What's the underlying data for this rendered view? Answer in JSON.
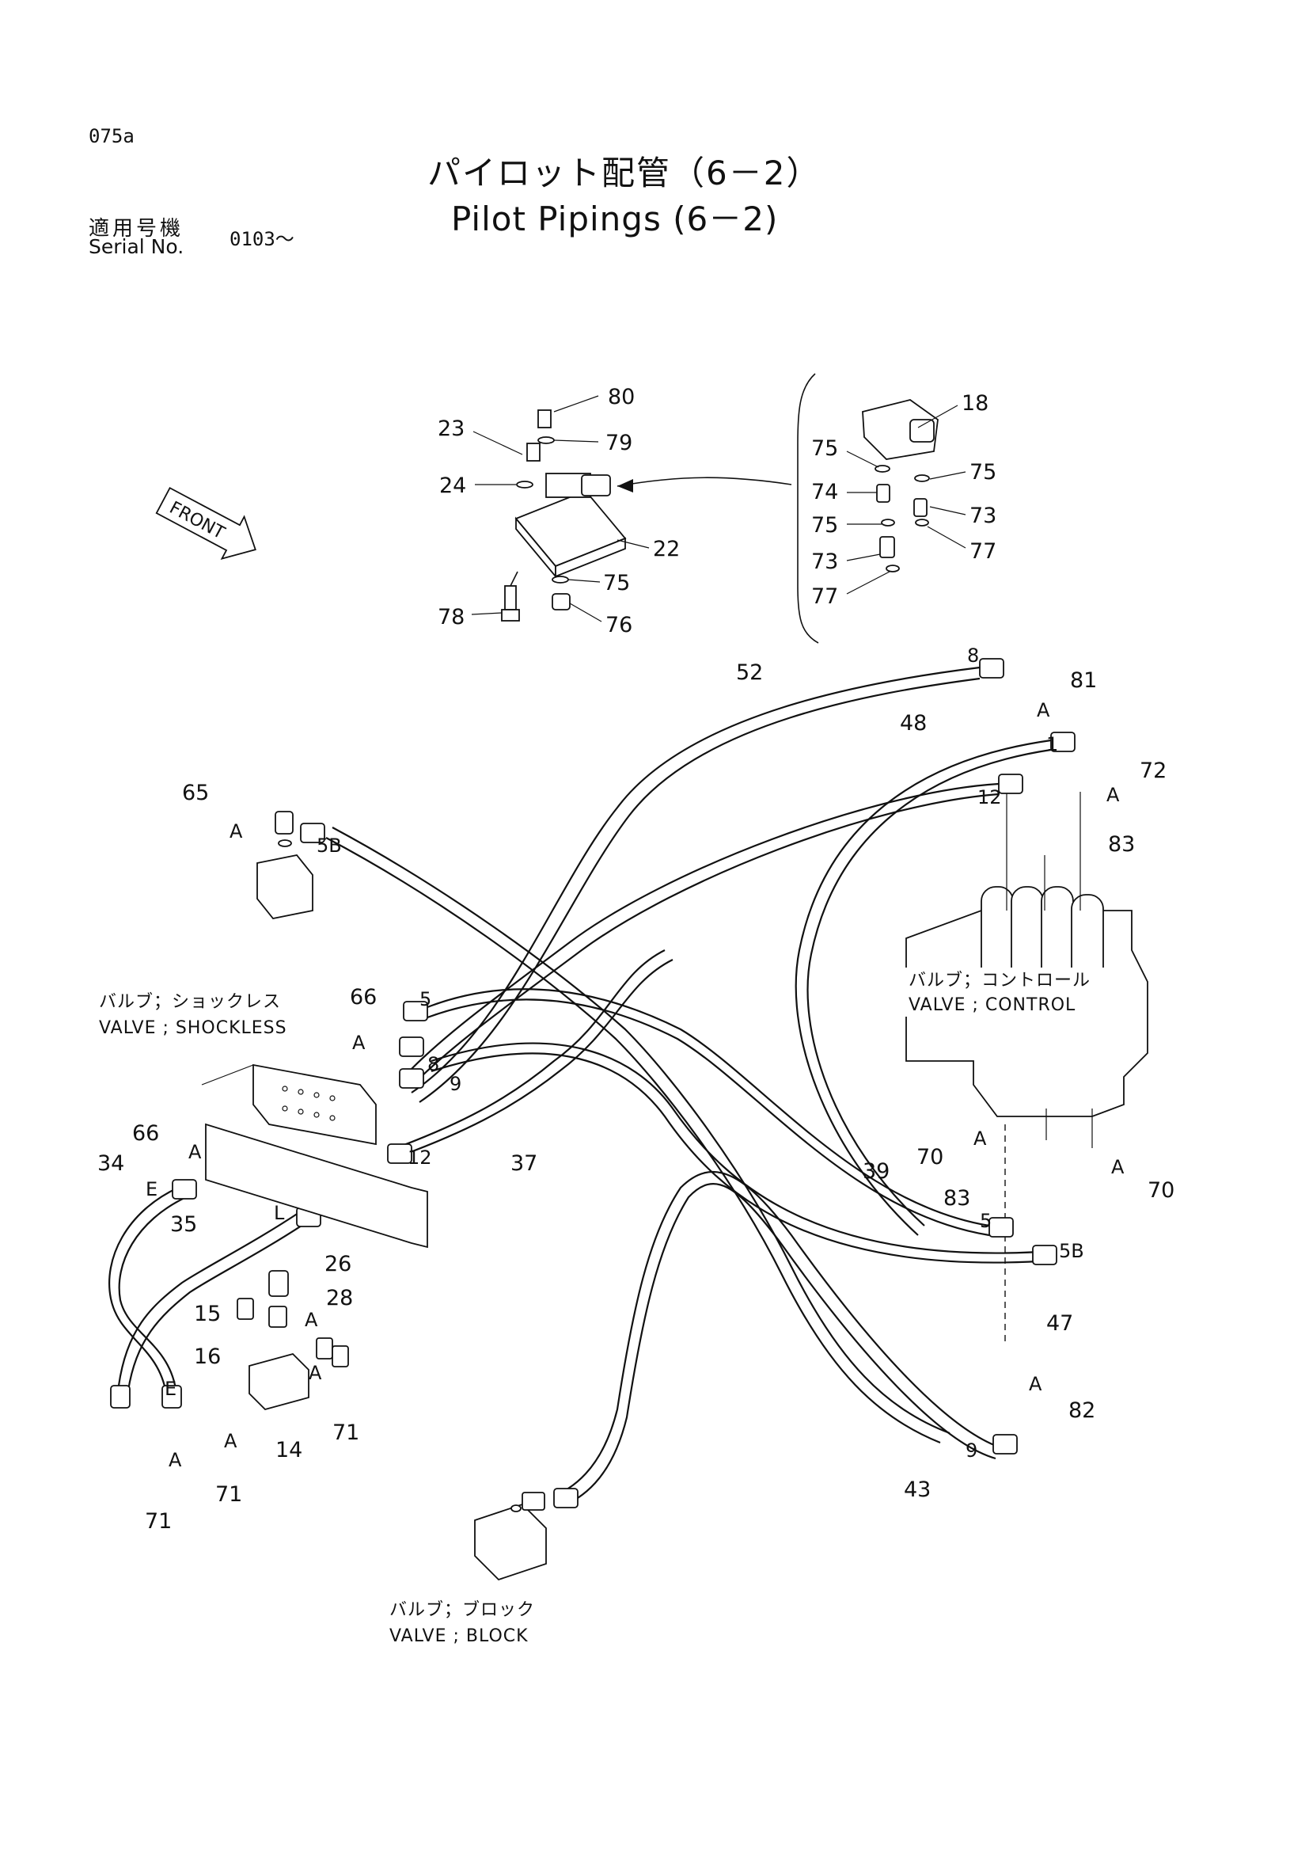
{
  "header": {
    "page_id": "075a",
    "title_jp": "パイロット配管（6－2）",
    "title_en": "Pilot Pipings (6－2)",
    "serial_label_jp": "適用号機",
    "serial_label_en": "Serial No.",
    "serial_value": "0103～"
  },
  "direction": {
    "front_label": "FRONT"
  },
  "components": {
    "valve_shockless_jp": "バルブ；ショックレス",
    "valve_shockless_en": "VALVE ; SHOCKLESS",
    "valve_control_jp": "バルブ；コントロール",
    "valve_control_en": "VALVE ; CONTROL",
    "valve_block_jp": "バルブ；ブロック",
    "valve_block_en": "VALVE ; BLOCK"
  },
  "callouts": {
    "c80": "80",
    "c79": "79",
    "c23": "23",
    "c24": "24",
    "c22": "22",
    "c75a": "75",
    "c76": "76",
    "c78": "78",
    "c18": "18",
    "c75b": "75",
    "c75c": "75",
    "c74": "74",
    "c73a": "73",
    "c75d": "75",
    "c77a": "77",
    "c73b": "73",
    "c77b": "77",
    "c52": "52",
    "c81": "81",
    "c48": "48",
    "c72": "72",
    "c83a": "83",
    "c65": "65",
    "c66a": "66",
    "c66b": "66",
    "c37": "37",
    "c34": "34",
    "c35": "35",
    "c26": "26",
    "c28": "28",
    "c15": "15",
    "c16": "16",
    "c14": "14",
    "c71a": "71",
    "c71b": "71",
    "c71c": "71",
    "c39": "39",
    "c70a": "70",
    "c70b": "70",
    "c83b": "83",
    "c47": "47",
    "c82": "82",
    "c43": "43"
  },
  "connections": {
    "port_a": "A",
    "port_e": "E",
    "port_l": "L",
    "end_8": "8",
    "end_1": "1",
    "end_12": "12",
    "end_5b": "5B",
    "end_5": "5",
    "end_9": "9"
  }
}
